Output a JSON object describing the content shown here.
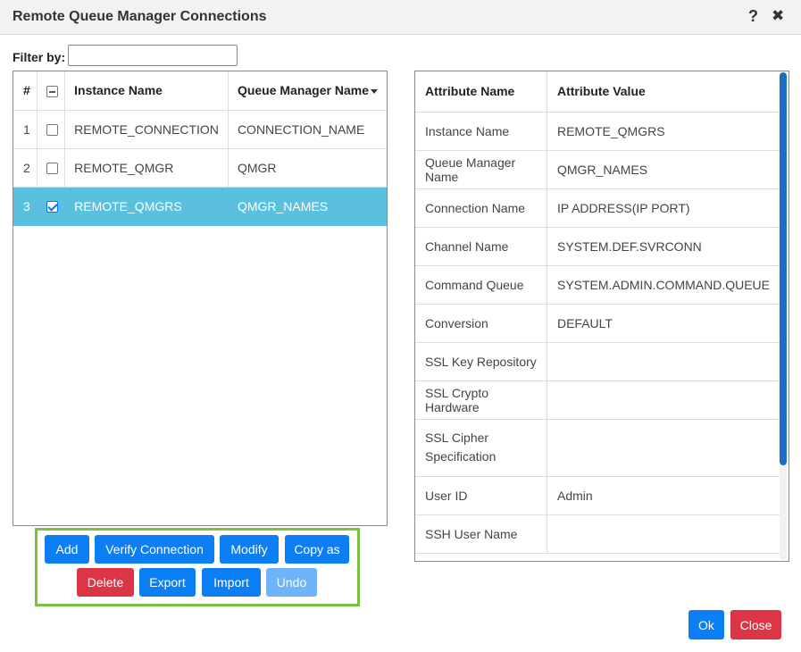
{
  "dialog": {
    "title": "Remote Queue Manager Connections",
    "help_icon": "?",
    "close_icon": "✖"
  },
  "filter": {
    "label": "Filter by:",
    "value": "",
    "placeholder": ""
  },
  "left_table": {
    "headers": {
      "num": "#",
      "instance": "Instance Name",
      "qmgr": "Queue Manager Name"
    },
    "rows": [
      {
        "num": "1",
        "instance": "REMOTE_CONNECTION",
        "qmgr": "CONNECTION_NAME",
        "checked": false,
        "selected": false
      },
      {
        "num": "2",
        "instance": "REMOTE_QMGR",
        "qmgr": "QMGR",
        "checked": false,
        "selected": false
      },
      {
        "num": "3",
        "instance": "REMOTE_QMGRS",
        "qmgr": "QMGR_NAMES",
        "checked": true,
        "selected": true
      }
    ]
  },
  "buttons": {
    "add": "Add",
    "verify": "Verify Connection",
    "modify": "Modify",
    "copy_as": "Copy as",
    "delete": "Delete",
    "export": "Export",
    "import": "Import",
    "undo": "Undo"
  },
  "right_table": {
    "headers": {
      "attr": "Attribute Name",
      "value": "Attribute Value"
    },
    "rows": [
      {
        "name": "Instance Name",
        "value": "REMOTE_QMGRS"
      },
      {
        "name": "Queue Manager Name",
        "value": "QMGR_NAMES"
      },
      {
        "name": "Connection Name",
        "value": "IP ADDRESS(IP PORT)"
      },
      {
        "name": "Channel Name",
        "value": "SYSTEM.DEF.SVRCONN"
      },
      {
        "name": "Command Queue",
        "value": "SYSTEM.ADMIN.COMMAND.QUEUE"
      },
      {
        "name": "Conversion",
        "value": "DEFAULT"
      },
      {
        "name": "SSL Key Repository",
        "value": ""
      },
      {
        "name": "SSL Crypto Hardware",
        "value": ""
      },
      {
        "name": "SSL Cipher Specification",
        "value": ""
      },
      {
        "name": "User ID",
        "value": "Admin"
      },
      {
        "name": "SSH User Name",
        "value": ""
      }
    ]
  },
  "footer": {
    "ok": "Ok",
    "close": "Close"
  },
  "colors": {
    "primary": "#0d7ff4",
    "danger": "#dc3545",
    "selected_row": "#5bc0de",
    "group_border": "#7dc142"
  }
}
